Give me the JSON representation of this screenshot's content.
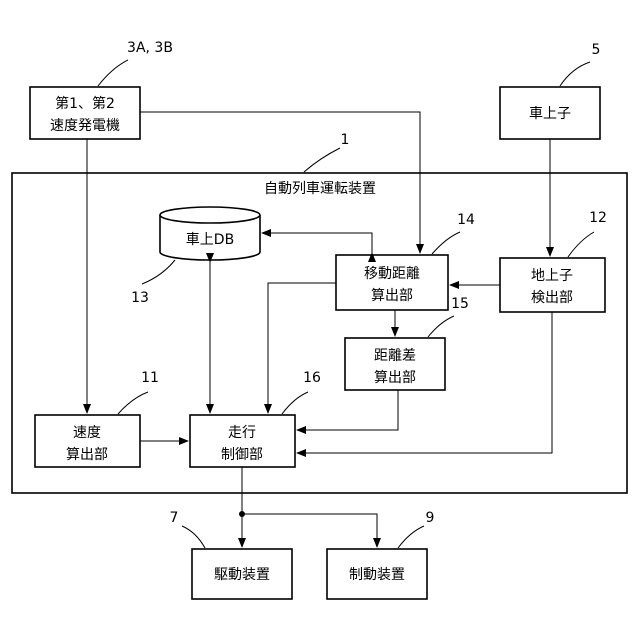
{
  "system": {
    "label": "自動列車運転装置",
    "ref": "1"
  },
  "blocks": {
    "speed_generator": {
      "line1": "第1、第2",
      "line2": "速度発電機",
      "ref": "3A, 3B"
    },
    "onboard_transponder": {
      "line1": "車上子",
      "ref": "5"
    },
    "onboard_db": {
      "line1": "車上DB",
      "ref": "13"
    },
    "movement_distance_calc": {
      "line1": "移動距離",
      "line2": "算出部",
      "ref": "14"
    },
    "ground_transponder_detector": {
      "line1": "地上子",
      "line2": "検出部",
      "ref": "12"
    },
    "distance_difference_calc": {
      "line1": "距離差",
      "line2": "算出部",
      "ref": "15"
    },
    "speed_calc": {
      "line1": "速度",
      "line2": "算出部",
      "ref": "11"
    },
    "running_control": {
      "line1": "走行",
      "line2": "制御部",
      "ref": "16"
    },
    "drive_device": {
      "line1": "駆動装置",
      "ref": "7"
    },
    "brake_device": {
      "line1": "制動装置",
      "ref": "9"
    }
  }
}
